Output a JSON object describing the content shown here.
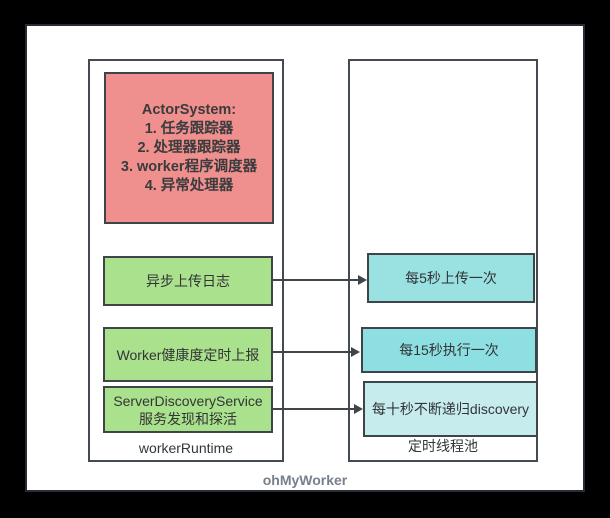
{
  "diagram": {
    "watermark": "ohMyWorker",
    "left_container": {
      "label": "workerRuntime",
      "actor_system_box": {
        "title": "ActorSystem:",
        "items": [
          "1. 任务跟踪器",
          "2. 处理器跟踪器",
          "3. worker程序调度器",
          "4. 异常处理器"
        ]
      },
      "task_boxes": [
        {
          "label": "异步上传日志"
        },
        {
          "label": "Worker健康度定时上报"
        },
        {
          "label": "ServerDiscoveryService",
          "label2": "服务发现和探活"
        }
      ]
    },
    "right_container": {
      "label": "定时线程池",
      "timer_boxes": [
        {
          "label": "每5秒上传一次"
        },
        {
          "label": "每15秒执行一次"
        },
        {
          "label": "每十秒不断递归discovery"
        }
      ]
    },
    "palette": {
      "frame": "#000000",
      "canvas": "#ffffff",
      "container_border": "#434a51",
      "node_border": "#3f4449",
      "actor_box_fill": "#ef8f8e",
      "task_box_fill": "#a9e18d",
      "timer_box_fill_1": "#9ae1e2",
      "timer_box_fill_2": "#8edfe2",
      "timer_box_fill_3": "#c6ecee",
      "arrow_color": "#3f454b",
      "watermark_color": "#76808d"
    }
  }
}
